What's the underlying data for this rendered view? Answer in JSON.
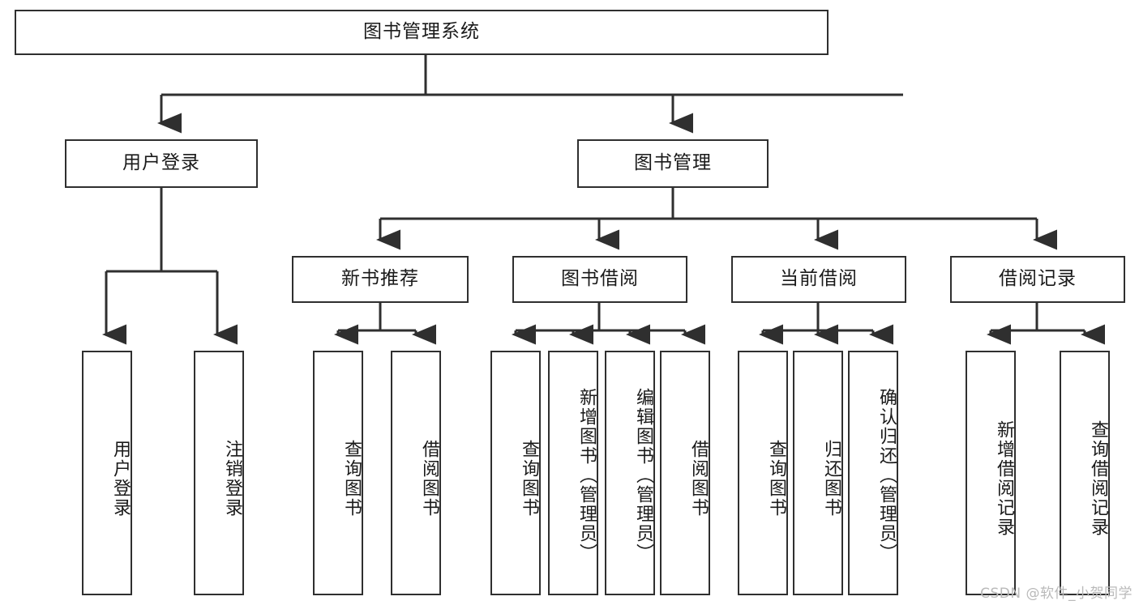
{
  "diagram": {
    "type": "tree",
    "title": "图书管理系统",
    "root": {
      "label": "图书管理系统"
    },
    "level2": [
      {
        "label": "用户登录"
      },
      {
        "label": "图书管理"
      }
    ],
    "level3": [
      {
        "label": "新书推荐"
      },
      {
        "label": "图书借阅"
      },
      {
        "label": "当前借阅"
      },
      {
        "label": "借阅记录"
      }
    ],
    "leaves": {
      "user_login": [
        {
          "label": "用户登录"
        },
        {
          "label": "注销登录"
        }
      ],
      "new_book_recommend": [
        {
          "label": "查询图书"
        },
        {
          "label": "借阅图书"
        }
      ],
      "book_borrow": [
        {
          "label": "查询图书"
        },
        {
          "label": "新增图书（管理员）"
        },
        {
          "label": "编辑图书（管理员）"
        },
        {
          "label": "借阅图书"
        }
      ],
      "current_borrow": [
        {
          "label": "查询图书"
        },
        {
          "label": "归还图书"
        },
        {
          "label": "确认归还（管理员）"
        }
      ],
      "borrow_record": [
        {
          "label": "新增借阅记录"
        },
        {
          "label": "查询借阅记录"
        }
      ]
    },
    "colors": {
      "stroke": "#2f2f2f",
      "fill": "#ffffff",
      "text": "#1a1a1a",
      "watermark": "#b9b9b9"
    }
  },
  "watermark": {
    "text": "CSDN @软件_小贺同学"
  }
}
